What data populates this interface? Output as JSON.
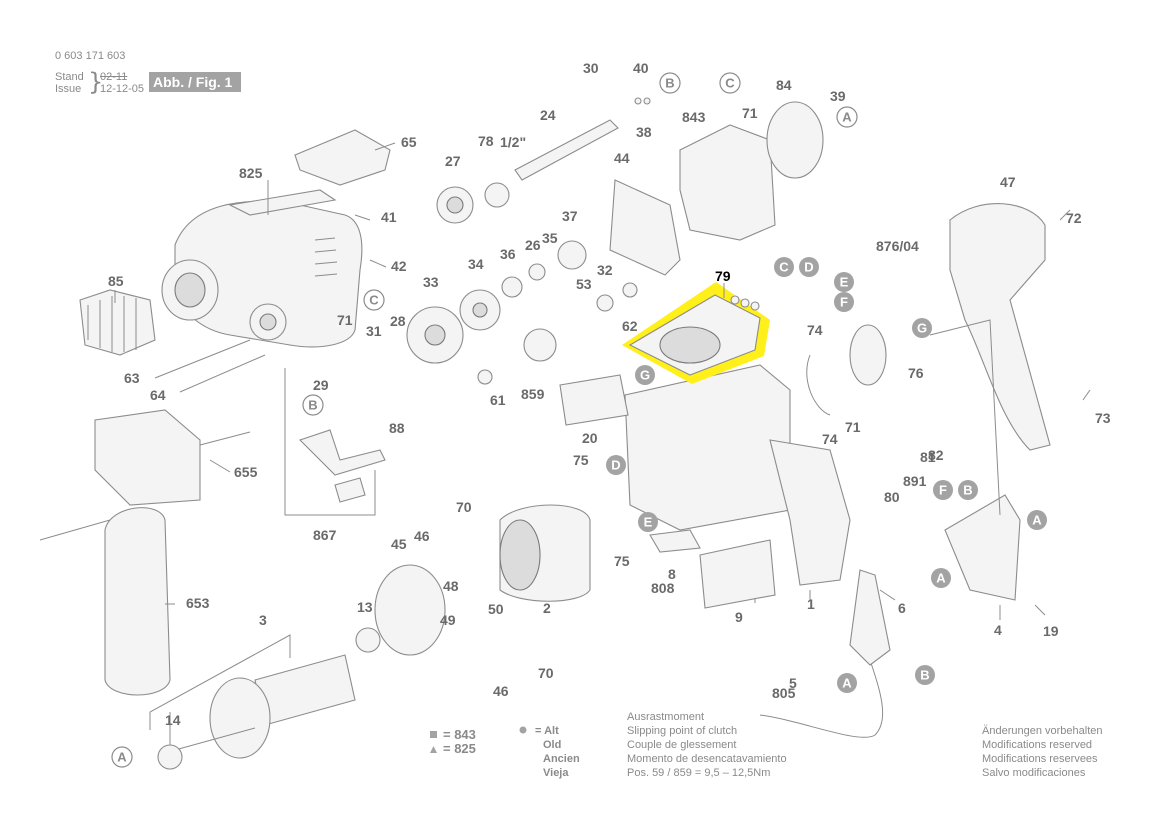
{
  "header": {
    "doc_number": "0 603 171 603",
    "stand_label": "Stand",
    "issue_label": "Issue",
    "old_date": "02-11",
    "new_date": "12-12-05",
    "figure_label": "Abb. / Fig. 1"
  },
  "parts": [
    {
      "num": "30"
    },
    {
      "num": "40"
    },
    {
      "num": "24"
    },
    {
      "num": "38"
    },
    {
      "num": "843"
    },
    {
      "num": "71"
    },
    {
      "num": "84"
    },
    {
      "num": "39"
    },
    {
      "num": "65"
    },
    {
      "num": "27"
    },
    {
      "num": "78"
    },
    {
      "num": "1/2\""
    },
    {
      "num": "44"
    },
    {
      "num": "825"
    },
    {
      "num": "41"
    },
    {
      "num": "37"
    },
    {
      "num": "36"
    },
    {
      "num": "26"
    },
    {
      "num": "35"
    },
    {
      "num": "47"
    },
    {
      "num": "72"
    },
    {
      "num": "876/04"
    },
    {
      "num": "42"
    },
    {
      "num": "33"
    },
    {
      "num": "34"
    },
    {
      "num": "53"
    },
    {
      "num": "32"
    },
    {
      "num": "85"
    },
    {
      "num": "71"
    },
    {
      "num": "31"
    },
    {
      "num": "28"
    },
    {
      "num": "62"
    },
    {
      "num": "74"
    },
    {
      "num": "63"
    },
    {
      "num": "29"
    },
    {
      "num": "64"
    },
    {
      "num": "61"
    },
    {
      "num": "859"
    },
    {
      "num": "76"
    },
    {
      "num": "73"
    },
    {
      "num": "20"
    },
    {
      "num": "88"
    },
    {
      "num": "655"
    },
    {
      "num": "74"
    },
    {
      "num": "71"
    },
    {
      "num": "82"
    },
    {
      "num": "81"
    },
    {
      "num": "75"
    },
    {
      "num": "891"
    },
    {
      "num": "80"
    },
    {
      "num": "70"
    },
    {
      "num": "867"
    },
    {
      "num": "46"
    },
    {
      "num": "45"
    },
    {
      "num": "75"
    },
    {
      "num": "8"
    },
    {
      "num": "808"
    },
    {
      "num": "653"
    },
    {
      "num": "48"
    },
    {
      "num": "50"
    },
    {
      "num": "49"
    },
    {
      "num": "2"
    },
    {
      "num": "9"
    },
    {
      "num": "1"
    },
    {
      "num": "6"
    },
    {
      "num": "4"
    },
    {
      "num": "19"
    },
    {
      "num": "3"
    },
    {
      "num": "13"
    },
    {
      "num": "70"
    },
    {
      "num": "46"
    },
    {
      "num": "5"
    },
    {
      "num": "805"
    },
    {
      "num": "14"
    }
  ],
  "highlight_part": "79",
  "circle_refs": [
    {
      "letter": "B"
    },
    {
      "letter": "C"
    },
    {
      "letter": "A"
    },
    {
      "letter": "C"
    },
    {
      "letter": "D"
    },
    {
      "letter": "E"
    },
    {
      "letter": "F"
    },
    {
      "letter": "G"
    },
    {
      "letter": "G"
    },
    {
      "letter": "B"
    },
    {
      "letter": "C"
    },
    {
      "letter": "D"
    },
    {
      "letter": "E"
    },
    {
      "letter": "F"
    },
    {
      "letter": "B"
    },
    {
      "letter": "A"
    },
    {
      "letter": "A"
    },
    {
      "letter": "B"
    },
    {
      "letter": "A"
    }
  ],
  "legend": {
    "square_eq": "= 843",
    "triangle_eq": "= 825",
    "alt_lines": [
      "= Alt",
      "Old",
      "Ancien",
      "Vieja"
    ]
  },
  "clutch_note": [
    "Ausrastmoment",
    "Slipping point of clutch",
    "Couple de glessement",
    "Momento de desencatavamiento",
    "Pos.  59 / 859  =   9,5 – 12,5Nm"
  ],
  "modifications_note": [
    "Änderungen vorbehalten",
    "Modifications reserved",
    "Modifications reservees",
    "Salvo modificaciones"
  ],
  "colors": {
    "highlight": "#ffef1a",
    "line": "#8c8c8c",
    "circle_fill": "#a3a3a3",
    "badge": "#a3a3a3"
  }
}
